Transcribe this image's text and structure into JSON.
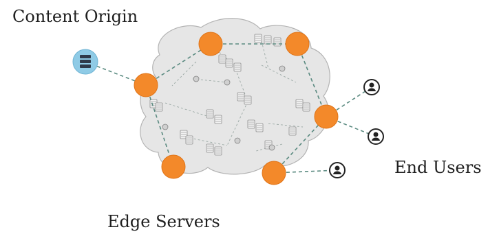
{
  "labels": {
    "content_origin": "Content Origin",
    "end_users": "End Users",
    "edge_servers": "Edge Servers"
  },
  "colors": {
    "edge_server": "#f3892a",
    "edge_server_stroke": "#e07418",
    "origin_fill": "#8fcbe6",
    "origin_icon": "#2f3a4a",
    "cloud_fill": "#e6e6e6",
    "cloud_stroke": "#b3b3b3",
    "link": "#5a8a80",
    "user_icon": "#222222"
  },
  "icons": {
    "origin": "server-icon",
    "user": "user-icon",
    "edge": "edge-server-node"
  }
}
